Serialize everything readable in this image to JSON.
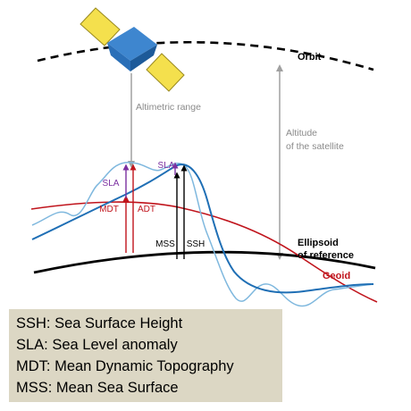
{
  "labels": {
    "orbit": "Orbit",
    "altimetric_range": "Altimetric range",
    "altitude_line1": "Altitude",
    "altitude_line2": "of the satellite",
    "sla_left": "SLA",
    "sla_top": "SLA",
    "mdt": "MDT",
    "adt": "ADT",
    "mss": "MSS",
    "ssh": "SSH",
    "ellipsoid_line1": "Ellipsoid",
    "ellipsoid_line2": "of reference",
    "geoid": "Geoid"
  },
  "legend": [
    "SSH: Sea Surface Height",
    "SLA: Sea Level anomaly",
    "MDT: Mean Dynamic Topography",
    "MSS: Mean Sea Surface"
  ],
  "colors": {
    "geoid": "#c0141c",
    "mean_sea_surface": "#1f6fb5",
    "instant_sea_surface": "#7fb8de",
    "sla_arrow": "#7a2fa0",
    "mdt_arrow": "#c0141c",
    "satellite_panel": "#f4e04d",
    "satellite_body": "#2a6fb8",
    "guide_arrow": "#a0a0a0",
    "legend_bg": "#dcd7c4"
  }
}
